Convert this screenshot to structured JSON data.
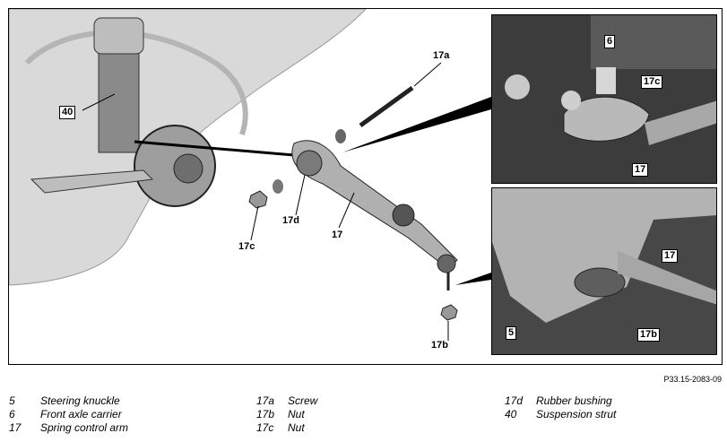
{
  "figure": {
    "code": "P33.15-2083-09",
    "callouts": {
      "c40": "40",
      "c17a": "17a",
      "c17d": "17d",
      "c17_main": "17",
      "c17c_main": "17c",
      "c17b_main": "17b",
      "inset_top_6": "6",
      "inset_top_17c": "17c",
      "inset_top_17": "17",
      "inset_bottom_17": "17",
      "inset_bottom_5": "5",
      "inset_bottom_17b": "17b"
    }
  },
  "legend": [
    [
      {
        "key": "5",
        "text": "Steering knuckle"
      },
      {
        "key": "6",
        "text": "Front axle carrier"
      },
      {
        "key": "17",
        "text": "Spring control arm"
      }
    ],
    [
      {
        "key": "17a",
        "text": "Screw"
      },
      {
        "key": "17b",
        "text": "Nut"
      },
      {
        "key": "17c",
        "text": "Nut"
      }
    ],
    [
      {
        "key": "17d",
        "text": "Rubber bushing"
      },
      {
        "key": "40",
        "text": "Suspension strut"
      }
    ]
  ]
}
